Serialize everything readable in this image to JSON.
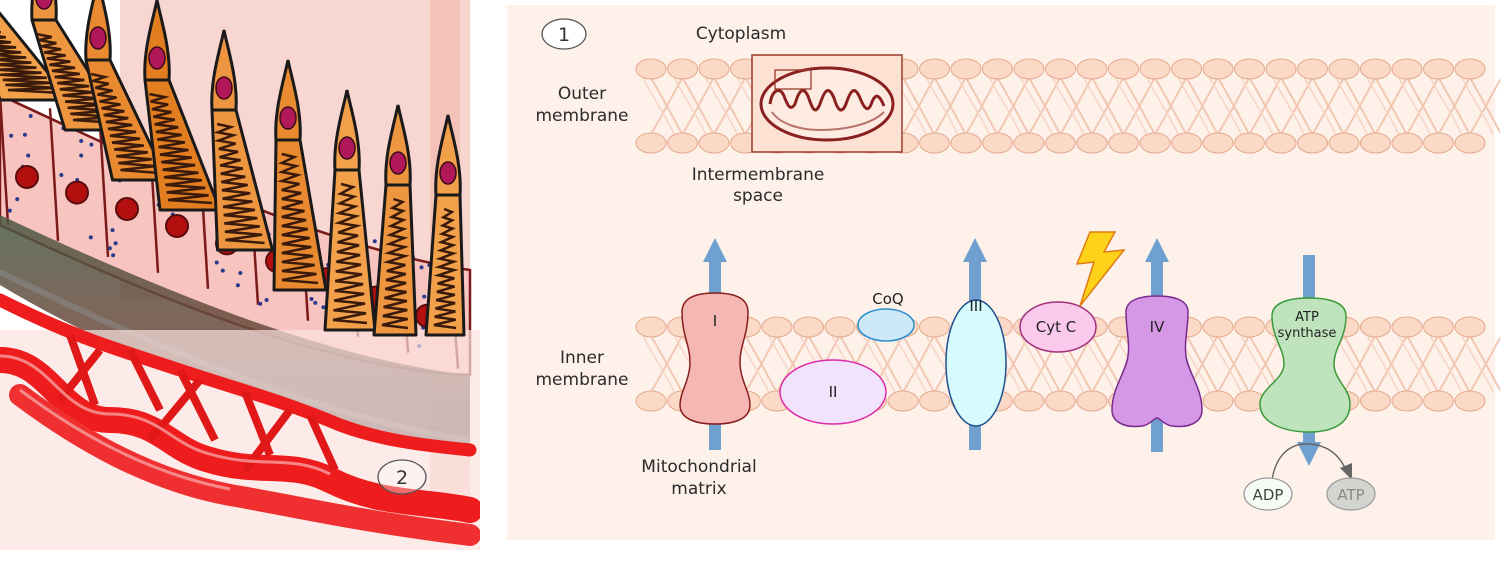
{
  "panel_1": {
    "number": "1",
    "cytoplasm": "Cytoplasm",
    "outer_membrane": [
      "Outer",
      "membrane"
    ],
    "intermembrane_space": [
      "Intermembrane",
      "space"
    ],
    "inner_membrane": [
      "Inner",
      "membrane"
    ],
    "mitochondrial_matrix": [
      "Mitochondrial",
      "matrix"
    ],
    "complexes": {
      "complex_1": "I",
      "complex_2": "II",
      "coq": "CoQ",
      "complex_3": "III",
      "cyt_c": "Cyt C",
      "complex_4": "IV",
      "atp_synthase": [
        "ATP",
        "synthase"
      ]
    },
    "adp": "ADP",
    "atp": "ATP"
  },
  "panel_2": {
    "number": "2"
  },
  "colors": {
    "panel_bg": "#fdf1ea",
    "phospholipid": "#fbd9c6",
    "phospholipid_stroke": "#e3a98c",
    "arrow_blue": "#6fa0cf",
    "complex_1": "#f5b7b3",
    "complex_2": "#f1e3fb",
    "coq": "#cde9f8",
    "complex_3": "#d5fbfd",
    "cyt_c": "#fbc9ec",
    "complex_4": "#d498e6",
    "atp_synthase": "#bfe3bd",
    "bolt": "#ffd21a",
    "blood_vessel": "#ee1c1c",
    "bruch_membrane": "#5a4a3a"
  }
}
